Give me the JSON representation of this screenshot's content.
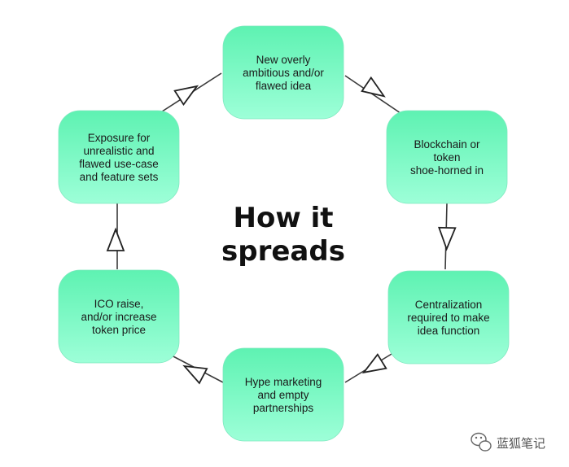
{
  "title": {
    "line1": "How it",
    "line2": "spreads"
  },
  "nodes": [
    {
      "id": "idea",
      "lines": [
        "New overly",
        "ambitious and/or",
        "flawed idea"
      ]
    },
    {
      "id": "blockchain",
      "lines": [
        "Blockchain or",
        "token",
        "shoe-horned in"
      ]
    },
    {
      "id": "centralization",
      "lines": [
        "Centralization",
        "required to make",
        "idea function"
      ]
    },
    {
      "id": "hype",
      "lines": [
        "Hype marketing",
        "and empty",
        "partnerships"
      ]
    },
    {
      "id": "ico",
      "lines": [
        "ICO raise,",
        "and/or increase",
        "token price"
      ]
    },
    {
      "id": "exposure",
      "lines": [
        "Exposure for",
        "unrealistic and",
        "flawed use-case",
        "and feature sets"
      ]
    }
  ],
  "edges": [
    {
      "from": "idea",
      "to": "blockchain"
    },
    {
      "from": "blockchain",
      "to": "centralization"
    },
    {
      "from": "centralization",
      "to": "hype"
    },
    {
      "from": "hype",
      "to": "ico"
    },
    {
      "from": "ico",
      "to": "exposure"
    },
    {
      "from": "exposure",
      "to": "idea"
    }
  ],
  "watermark": {
    "text": "蓝狐笔记",
    "icon": "wechat-icon"
  },
  "colors": {
    "node_fill_top": "#5ef2b2",
    "node_fill_bottom": "#9dffd8",
    "edge": "#3a3a3a",
    "title": "#111111"
  }
}
